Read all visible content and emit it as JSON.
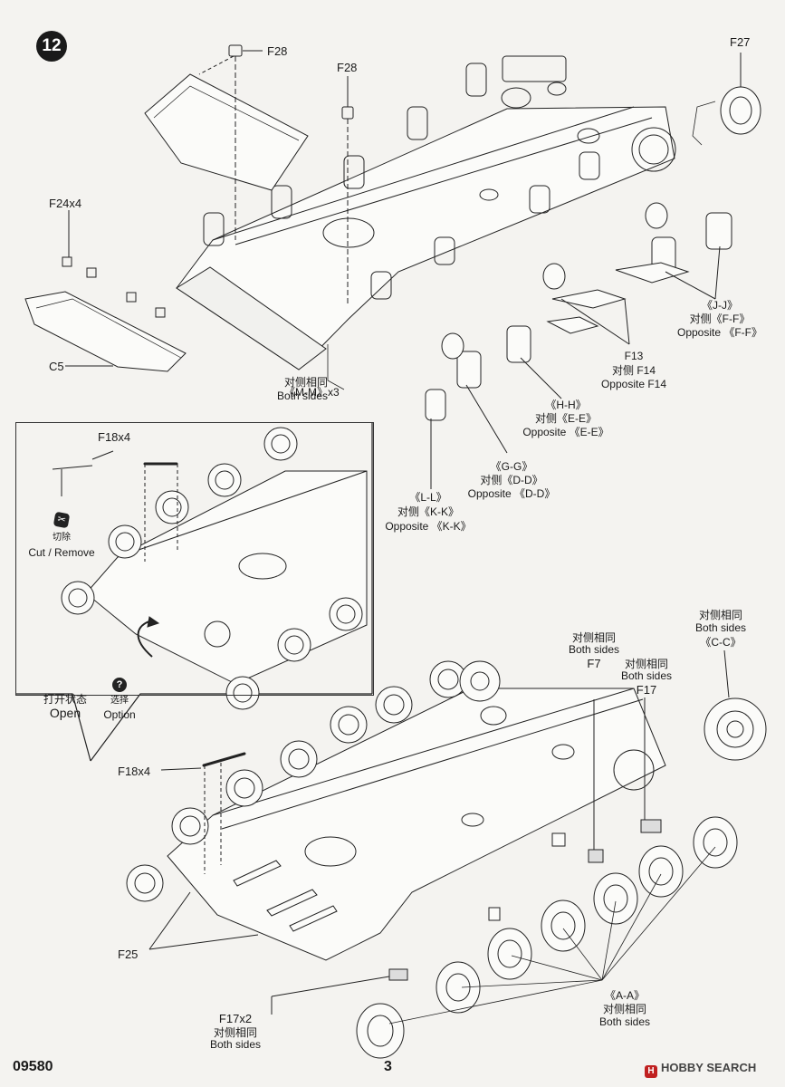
{
  "step": {
    "number": "12"
  },
  "labels": {
    "f28_a": "F28",
    "f28_b": "F28",
    "f27": "F27",
    "f24x4": "F24x4",
    "c5": "C5",
    "mm_cn": "对侧相同",
    "mm_en": "Both sides",
    "mm_code": "《M-M》x3",
    "jj": "《J-J》",
    "jj_cn": "对侧《F-F》",
    "jj_en": "Opposite 《F-F》",
    "f13": "F13",
    "f14_cn": "对侧 F14",
    "f14_en": "Opposite F14",
    "hh": "《H-H》",
    "hh_cn": "对侧《E-E》",
    "hh_en": "Opposite 《E-E》",
    "gg": "《G-G》",
    "gg_cn": "对侧《D-D》",
    "gg_en": "Opposite 《D-D》",
    "ll": "《L-L》",
    "ll_cn": "对侧《K-K》",
    "ll_en": "Opposite 《K-K》",
    "f18x4_a": "F18x4",
    "cut_cn": "切除",
    "cut_en": "Cut / Remove",
    "option_cn": "选择",
    "option_en": "Option",
    "open_cn": "打开状态",
    "open_en": "Open",
    "cc_cn": "对侧相同",
    "cc_en": "Both sides",
    "cc": "《C-C》",
    "f7_cn": "对侧相同",
    "f7_en": "Both sides",
    "f7": "F7",
    "f17_cn": "对侧相同",
    "f17_en": "Both sides",
    "f17": "F17",
    "f18x4_b": "F18x4",
    "f25": "F25",
    "f17x2": "F17x2",
    "f17x2_cn": "对侧相同",
    "f17x2_en": "Both sides",
    "aa": "《A-A》",
    "aa_cn": "对侧相同",
    "aa_en": "Both sides",
    "option_icon": "?"
  },
  "footer": {
    "kit_number": "09580",
    "page_number": "3",
    "watermark": "HOBBY SEARCH",
    "watermark_icon": "H"
  },
  "icons": [
    "cut-icon",
    "option-icon",
    "rotate-arrow-icon"
  ]
}
